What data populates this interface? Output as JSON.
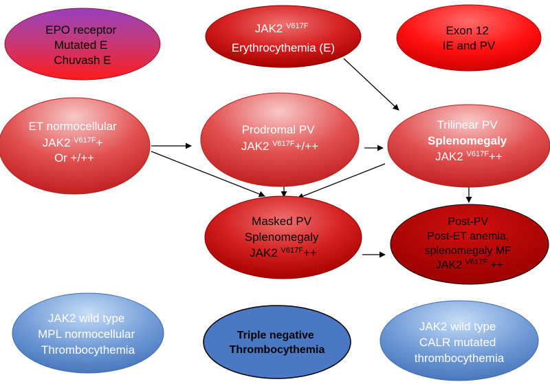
{
  "nodes": {
    "epo": {
      "lines": [
        "EPO receptor",
        "Mutated E",
        "Chuvash E"
      ]
    },
    "jak2_ery": {
      "line1_main": "JAK2 ",
      "line1_sup": "V617F",
      "line2": "Erythrocythemia (E)"
    },
    "exon12": {
      "lines": [
        "Exon 12",
        "IE and PV"
      ]
    },
    "et_normo": {
      "line1": "ET normocellular",
      "line2_main": "JAK2 ",
      "line2_sup": "V617F",
      "line2_suffix": "+",
      "line3": "Or +/++"
    },
    "prodromal": {
      "line1": "Prodromal PV",
      "line2_main": "JAK2 ",
      "line2_sup": "V617F",
      "line2_suffix": "+/++"
    },
    "trilinear": {
      "line1": "Trilinear PV",
      "line2": "Splenomegaly",
      "line3_main": "JAK2 ",
      "line3_sup": "V617F",
      "line3_suffix": "++"
    },
    "masked": {
      "line1": "Masked PV",
      "line2": "Splenomegaly",
      "line3_main": "JAK2 ",
      "line3_sup": "V617F",
      "line3_suffix": "++"
    },
    "post_pv": {
      "line1": "Post-PV",
      "line2": "Post-ET anemia,",
      "line3": "splenomegaly MF",
      "line4_main": "JAK2 ",
      "line4_sup": "V617F",
      "line4_suffix": " ++"
    },
    "jak2_wt_mpl": {
      "lines": [
        "JAK2 wild type",
        "MPL normocellular",
        "Thrombocythemia"
      ]
    },
    "triple_neg": {
      "lines": [
        "Triple negative",
        "Thrombocythemia"
      ]
    },
    "jak2_wt_calr": {
      "lines": [
        "JAK2 wild type",
        "CALR mutated",
        "thrombocythemia"
      ]
    }
  },
  "colors": {
    "red_light": "#f2a0a0",
    "red_mid": "#e03030",
    "red_dark": "#b00000",
    "purple": "#9a3fb0",
    "blue_light": "#a9c8ef",
    "blue_mid": "#4f81c7",
    "edge": "#000000"
  }
}
